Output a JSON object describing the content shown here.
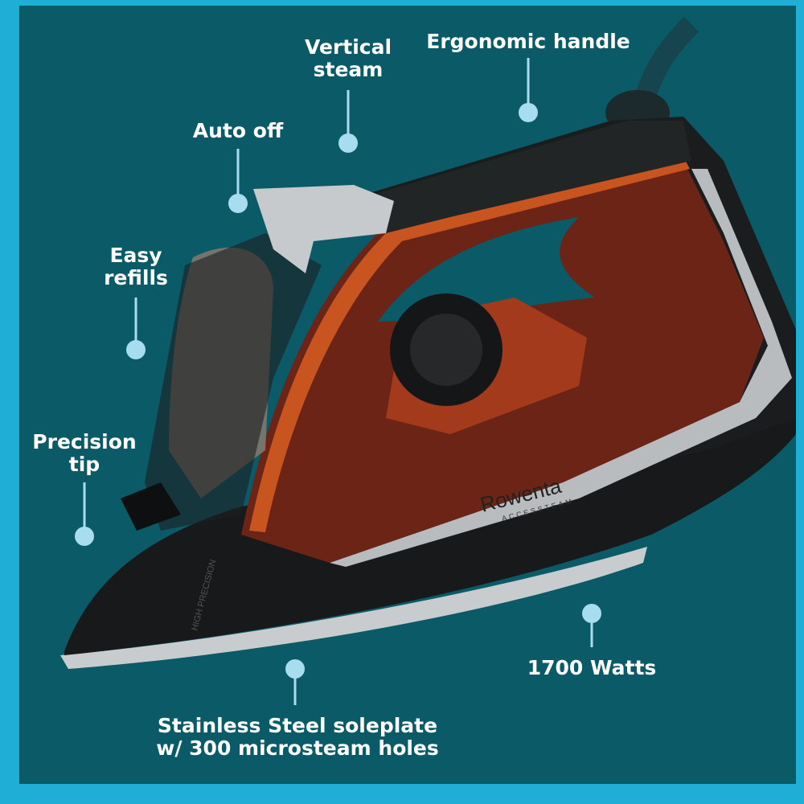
{
  "colors": {
    "frame": "#1eaed6",
    "background": "#0a5a68",
    "callout": "#a8dcef",
    "copper": "#b4471c"
  },
  "product": {
    "brand": "Rowenta",
    "model": "ACCESSTEAM",
    "sole_text": "HIGH PRECISION"
  },
  "callouts": [
    {
      "id": "vertical-steam",
      "text": "Vertical\nsteam"
    },
    {
      "id": "ergonomic-handle",
      "text": "Ergonomic handle"
    },
    {
      "id": "auto-off",
      "text": "Auto off"
    },
    {
      "id": "easy-refills",
      "text": "Easy\nrefills"
    },
    {
      "id": "precision-tip",
      "text": "Precision\ntip"
    },
    {
      "id": "watts",
      "text": "1700 Watts"
    },
    {
      "id": "soleplate",
      "text": "Stainless Steel soleplate\nw/ 300 microsteam holes"
    }
  ]
}
